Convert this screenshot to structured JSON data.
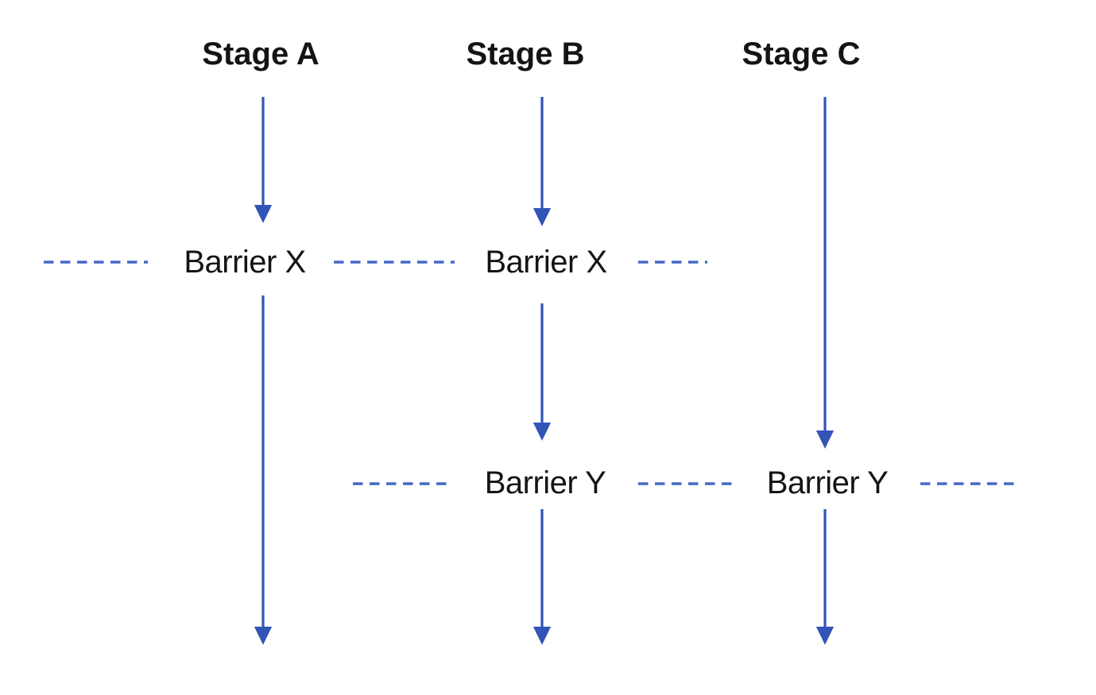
{
  "diagram": {
    "colors": {
      "arrow": "#3254B6",
      "dash": "#4568C8",
      "text": "#141414",
      "background": "#FFFFFF"
    },
    "stages": [
      {
        "label": "Stage A"
      },
      {
        "label": "Stage B"
      },
      {
        "label": "Stage C"
      }
    ],
    "barrier_labels": {
      "x_under_a": "Barrier X",
      "x_under_b": "Barrier X",
      "y_under_b": "Barrier Y",
      "y_under_c": "Barrier Y"
    }
  }
}
